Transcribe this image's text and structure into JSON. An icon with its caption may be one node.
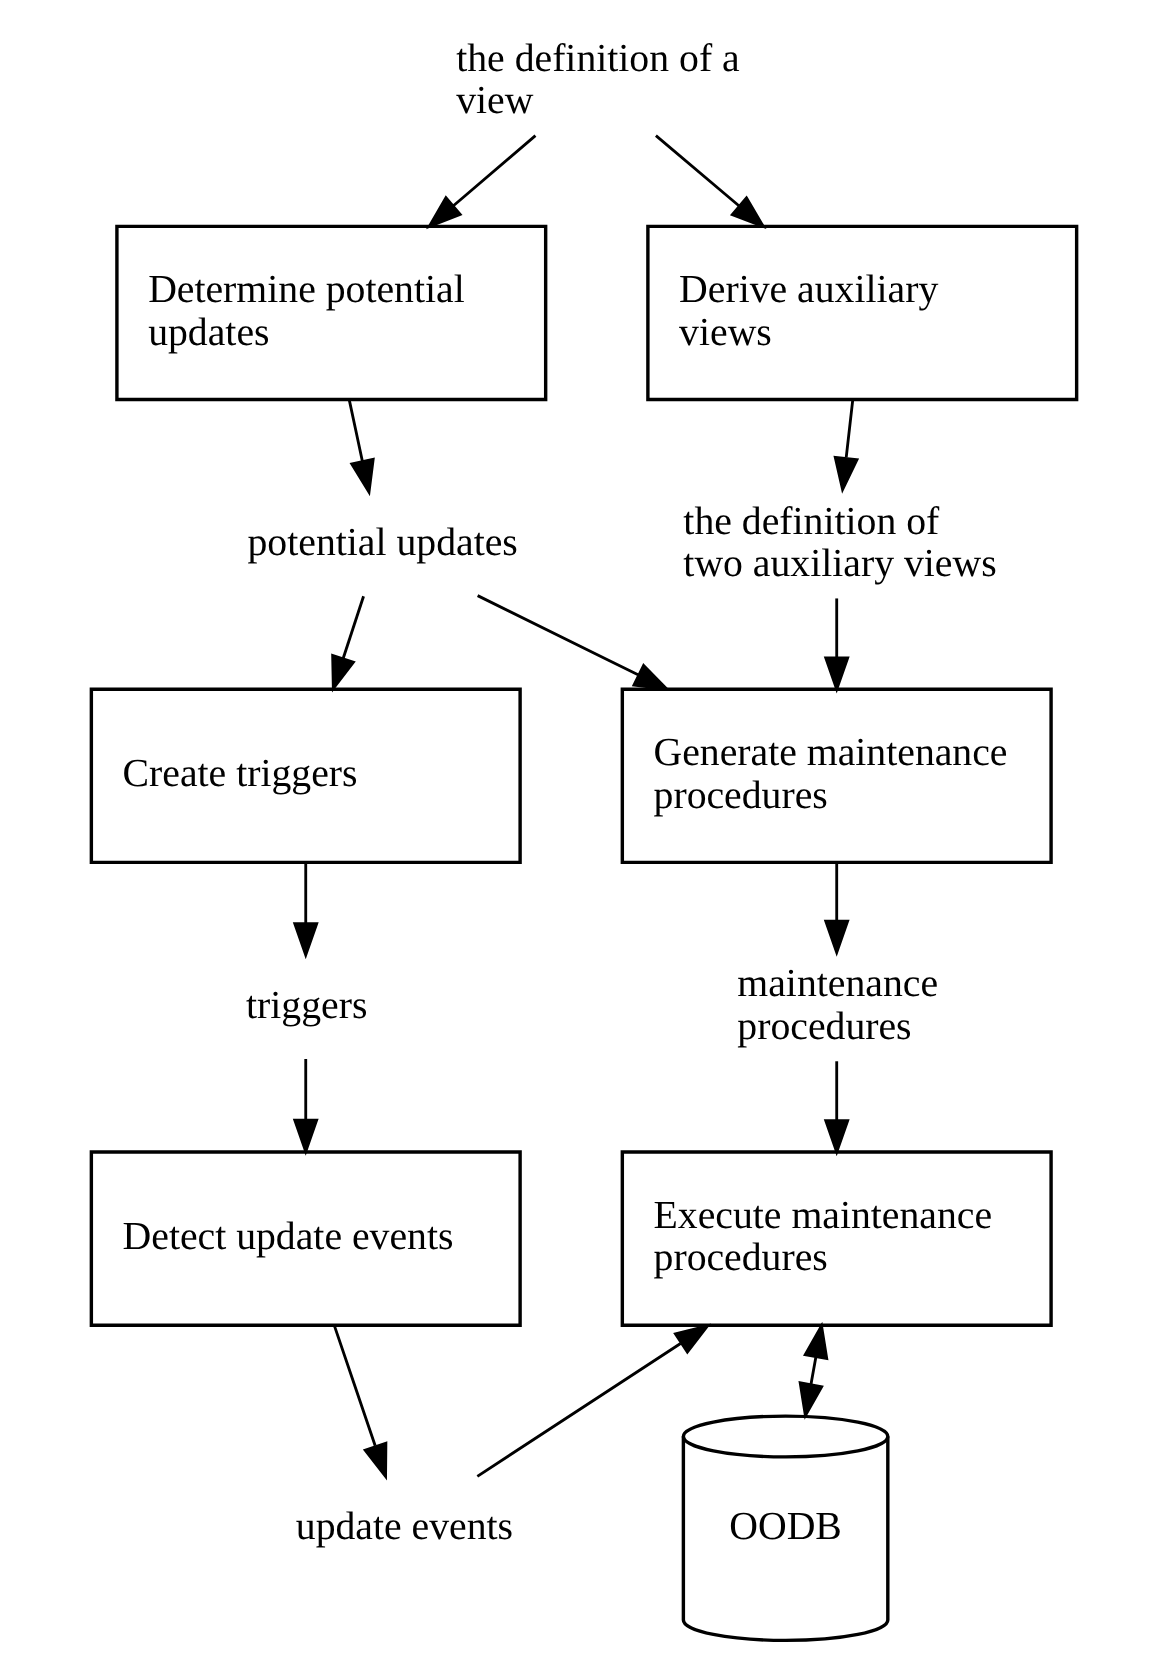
{
  "diagram": {
    "nodes": [
      {
        "text": [
          "the definition of a view"
        ]
      },
      {
        "text": [
          "Determine potential updates"
        ]
      },
      {
        "text": [
          "Derive auxiliary views"
        ]
      },
      {
        "text": [
          "potential updates"
        ]
      },
      {
        "text": [
          "the definition of two auxiliary views"
        ]
      },
      {
        "text": [
          "Create triggers"
        ]
      },
      {
        "text": [
          "Generate maintenance procedures"
        ]
      },
      {
        "text": [
          "triggers"
        ]
      },
      {
        "text": [
          "maintenance procedures"
        ]
      },
      {
        "text": [
          "Detect update events"
        ]
      },
      {
        "text": [
          "Execute maintenance procedures"
        ]
      },
      {
        "text": [
          "update events"
        ]
      },
      {
        "text": [
          "OODB"
        ]
      }
    ],
    "edges": [
      {
        "from": 0,
        "to": 1,
        "arrow": "to"
      },
      {
        "from": 0,
        "to": 2,
        "arrow": "to"
      },
      {
        "from": 1,
        "to": 3,
        "arrow": "to"
      },
      {
        "from": 2,
        "to": 4,
        "arrow": "to"
      },
      {
        "from": 3,
        "to": 5,
        "arrow": "to"
      },
      {
        "from": 3,
        "to": 6,
        "arrow": "to"
      },
      {
        "from": 4,
        "to": 6,
        "arrow": "to"
      },
      {
        "from": 5,
        "to": 7,
        "arrow": "to"
      },
      {
        "from": 6,
        "to": 8,
        "arrow": "to"
      },
      {
        "from": 7,
        "to": 9,
        "arrow": "to"
      },
      {
        "from": 8,
        "to": 10,
        "arrow": "to"
      },
      {
        "from": 9,
        "to": 11,
        "arrow": "to"
      },
      {
        "from": 11,
        "to": 10,
        "arrow": "to"
      },
      {
        "from": 10,
        "to": 12,
        "arrow": "both"
      }
    ]
  }
}
